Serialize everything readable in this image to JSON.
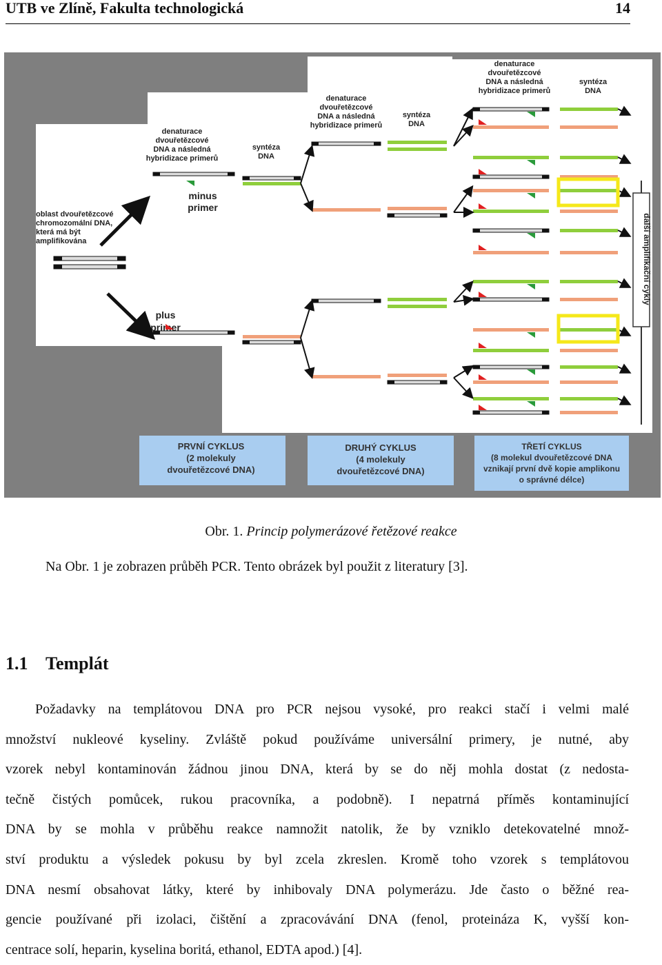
{
  "header": {
    "title": "UTB ve Zlíně, Fakulta technologická",
    "page": "14"
  },
  "figure": {
    "colors": {
      "background": "#7f7f7f",
      "panel": "#ffffff",
      "box": "#a9cdf0",
      "highlight": "#f5e81a",
      "green": "#8fce3c",
      "salmon": "#f0a07a",
      "red": "#e02020",
      "darkgreen": "#2a9a3a"
    },
    "labels": {
      "denat1": [
        "denaturace",
        "dvouřetězcové",
        "DNA a následná",
        "hybridizace primerů"
      ],
      "synth1": [
        "syntéza",
        "DNA"
      ],
      "denat2": [
        "denaturace",
        "dvouřetězcové",
        "DNA a následná",
        "hybridizace primerů"
      ],
      "synth2": [
        "syntéza",
        "DNA"
      ],
      "denat3": [
        "denaturace",
        "dvouřetězcové",
        "DNA a následná",
        "hybridizace primerů"
      ],
      "synth3": [
        "syntéza",
        "DNA"
      ],
      "region": [
        "oblast dvouřetězcové",
        "chromozomální DNA,",
        "která má být",
        "amplifikována"
      ],
      "minus": [
        "minus",
        "primer"
      ],
      "plus": [
        "plus",
        "primer"
      ],
      "side": "další amplifikační cykly"
    },
    "boxes": [
      [
        "PRVNÍ CYKLUS",
        "(2 molekuly",
        "dvouřetězcové DNA)"
      ],
      [
        "DRUHÝ CYKLUS",
        "(4 molekuly",
        "dvouřetězcové DNA)"
      ],
      [
        "TŘETÍ CYKLUS",
        "(8 molekul dvouřetězcové DNA",
        "vznikají první dvě kopie amplikonu",
        "o správné délce)"
      ]
    ]
  },
  "caption": {
    "prefix": "Obr. 1. ",
    "text": "Princip polymerázové řetězové reakce"
  },
  "note": "Na Obr. 1 je zobrazen průběh PCR. Tento obrázek byl použit z literatury [3].",
  "section": {
    "number": "1.1",
    "title": "Templát"
  },
  "paragraph": [
    "Požadavky na templátovou DNA pro PCR nejsou vysoké, pro reakci stačí i velmi malé",
    "množství nukleové kyseliny. Zvláště pokud používáme universální primery, je nutné, aby",
    "vzorek nebyl kontaminován žádnou jinou DNA, která by se do něj mohla dostat (z nedosta-",
    "tečně čistých pomůcek, rukou pracovníka, a podobně). I nepatrná příměs kontaminující",
    "DNA by se mohla v průběhu reakce namnožit natolik, že by vzniklo detekovatelné množ-",
    "ství produktu a výsledek pokusu by byl zcela zkreslen. Kromě toho vzorek s templátovou",
    "DNA nesmí obsahovat látky, které by inhibovaly DNA polymerázu. Jde často o běžné rea-",
    "gencie používané při izolaci, čištění a zpracovávání DNA (fenol, proteináza K, vyšší kon-",
    "centrace solí, heparin, kyselina boritá, ethanol, EDTA apod.) [4]."
  ]
}
